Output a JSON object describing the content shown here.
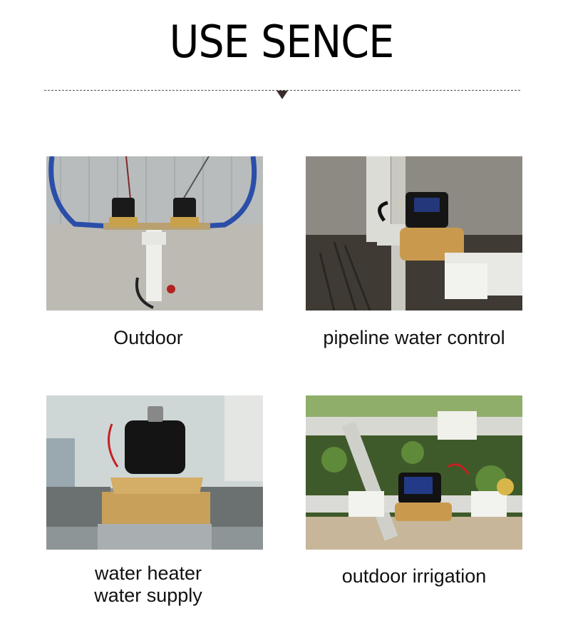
{
  "header": {
    "title": "USE SENCE"
  },
  "scenes": [
    {
      "caption": "Outdoor",
      "icon": "solenoid-valve-photo"
    },
    {
      "caption": "pipeline water control",
      "icon": "solenoid-valve-photo"
    },
    {
      "caption_lines": [
        "water heater",
        "water supply"
      ],
      "icon": "solenoid-valve-photo"
    },
    {
      "caption": "outdoor irrigation",
      "icon": "solenoid-valve-photo"
    }
  ]
}
